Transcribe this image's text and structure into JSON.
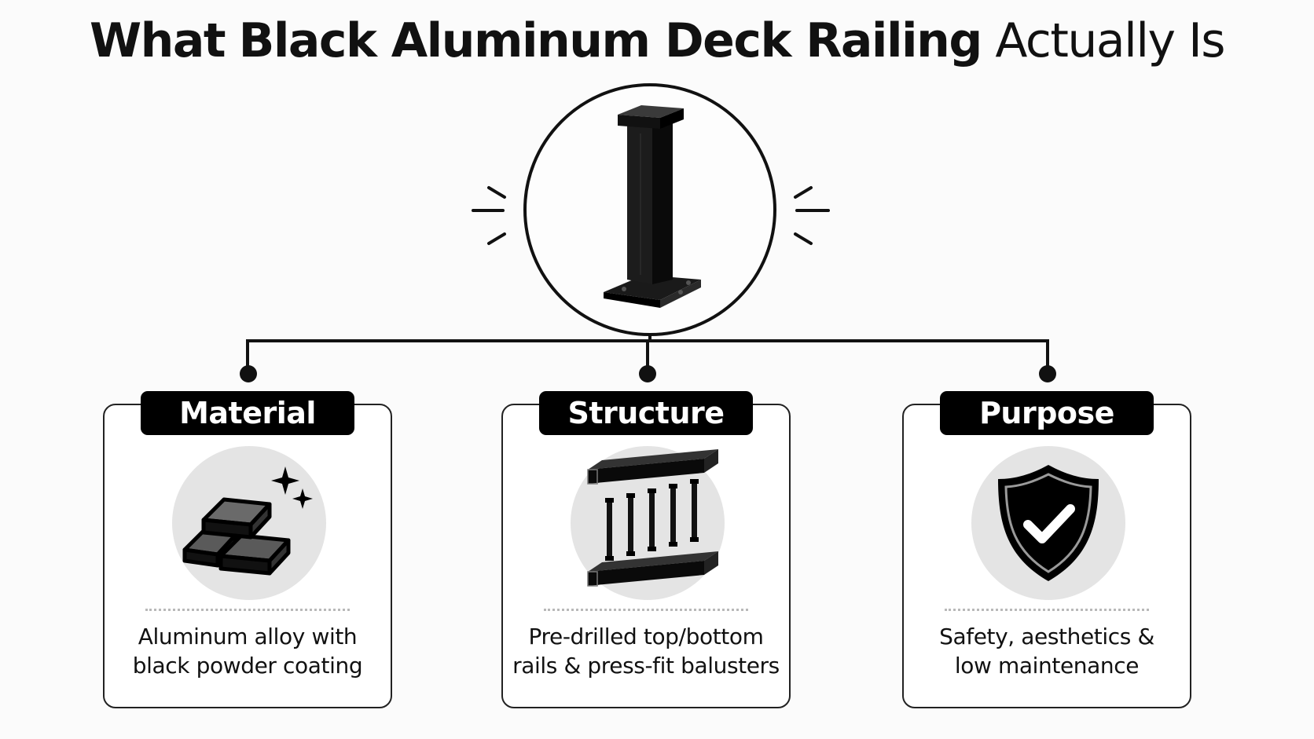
{
  "title": {
    "part1": "What",
    "part2": "Black Aluminum Deck Railing",
    "part3": "Actually Is"
  },
  "hub": {
    "icon": "black-aluminum-post-icon"
  },
  "cards": [
    {
      "label": "Material",
      "icon": "aluminum-ingots-icon",
      "desc_line1": "Aluminum alloy with",
      "desc_line2": "black powder coating"
    },
    {
      "label": "Structure",
      "icon": "rails-balusters-icon",
      "desc_line1": "Pre-drilled top/bottom",
      "desc_line2": "rails & press-fit balusters"
    },
    {
      "label": "Purpose",
      "icon": "shield-check-icon",
      "desc_line1": "Safety, aesthetics &",
      "desc_line2": "low maintenance"
    }
  ],
  "colors": {
    "ink": "#111111",
    "label_bg": "#000000",
    "icon_disc": "#e4e4e4",
    "background": "#fbfbfb"
  }
}
